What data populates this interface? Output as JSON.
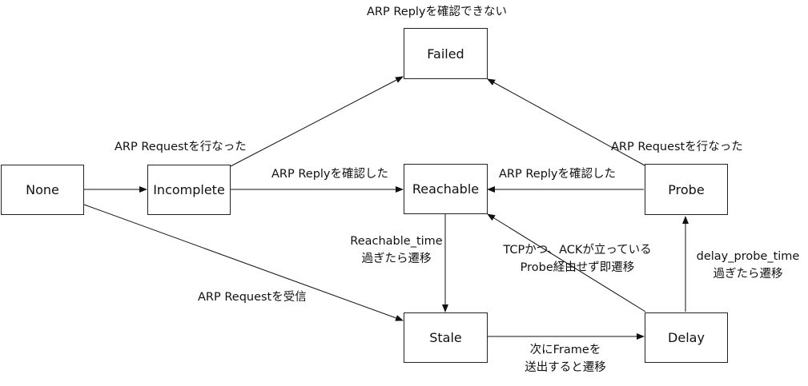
{
  "nodes": {
    "none": "None",
    "incomplete": "Incomplete",
    "reachable": "Reachable",
    "failed": "Failed",
    "probe": "Probe",
    "stale": "Stale",
    "delay": "Delay"
  },
  "labels": {
    "failed_top": "ARP Replyを確認できない",
    "incomplete_to_failed": "ARP Requestを行なった",
    "incomplete_to_reachable": "ARP Replyを確認した",
    "probe_to_reachable": "ARP Replyを確認した",
    "probe_to_failed": "ARP Requestを行なった",
    "reachable_to_stale_1": "Reachable_time",
    "reachable_to_stale_2": "過ぎたら遷移",
    "delay_to_reachable_1": "TCPかつ、ACKが立っている",
    "delay_to_reachable_2": "Probe経由せず即遷移",
    "delay_to_probe_1": "delay_probe_time",
    "delay_to_probe_2": "過ぎたら遷移",
    "none_to_stale": "ARP Requestを受信",
    "stale_to_delay_1": "次にFrameを",
    "stale_to_delay_2": "送出すると遷移"
  }
}
